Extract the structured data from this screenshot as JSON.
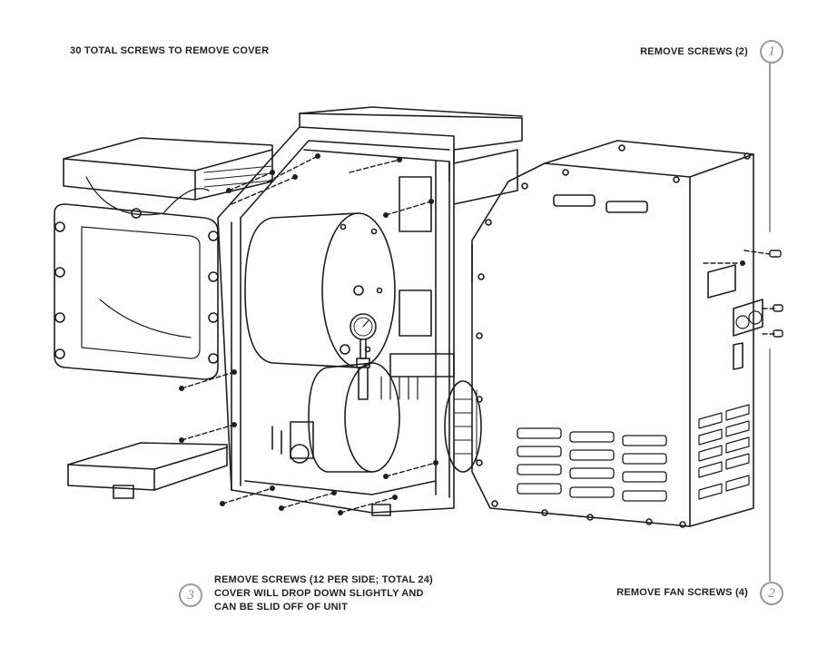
{
  "labels": {
    "title": "30 TOTAL SCREWS TO REMOVE COVER",
    "step1": "REMOVE SCREWS (2)",
    "step2": "REMOVE FAN SCREWS (4)",
    "step3_lines": [
      "REMOVE SCREWS (12 PER SIDE; TOTAL 24)",
      "COVER WILL DROP DOWN SLIGHTLY AND",
      "CAN BE SLID OFF OF UNIT"
    ]
  },
  "badges": {
    "one": "1",
    "two": "2",
    "three": "3"
  },
  "colors": {
    "line": "#1e1e1e",
    "badge": "#9a9a9a",
    "background": "#ffffff"
  }
}
